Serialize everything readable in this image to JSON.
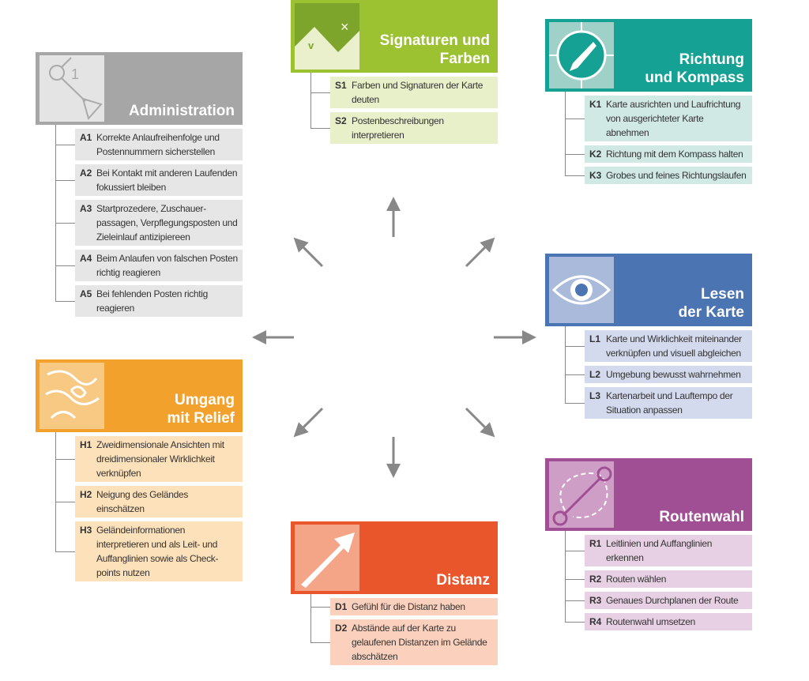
{
  "modules": [
    {
      "id": "m-admin",
      "icon": "control-course-icon",
      "title": "Administration",
      "header_color": "#a6a6a6",
      "icon_bg": "#e4e4e4",
      "item_color": "#e6e6e6",
      "items": [
        {
          "code": "A1",
          "text": "Korrekte Anlaufreihenfolge und Postennummern sicherstellen"
        },
        {
          "code": "A2",
          "text": "Bei Kontakt mit anderen Laufenden fokussiert bleiben"
        },
        {
          "code": "A3",
          "text": "Startprozedere, Zuschauer-passagen, Verpflegungsposten und Zieleinlauf antizipiereen"
        },
        {
          "code": "A4",
          "text": "Beim Anlaufen von falschen Posten richtig reagieren"
        },
        {
          "code": "A5",
          "text": "Bei fehlenden Posten richtig reagieren"
        }
      ]
    },
    {
      "id": "m-sig",
      "icon": "map-symbols-icon",
      "title": "Signaturen und\nFarben",
      "header_color": "#9cc131",
      "icon_bg": "#e9f0cb",
      "item_color": "#e8f0c9",
      "items": [
        {
          "code": "S1",
          "text": "Farben und Signaturen der Karte deuten"
        },
        {
          "code": "S2",
          "text": "Postenbeschreibungen interpretieren"
        }
      ]
    },
    {
      "id": "m-kompass",
      "icon": "compass-icon",
      "title": "Richtung\nund Kompass",
      "header_color": "#15a194",
      "icon_bg": "#9fd1c9",
      "item_color": "#d1e9e4",
      "items": [
        {
          "code": "K1",
          "text": "Karte ausrichten und Laufrichtung von ausgerichteter Karte abnehmen"
        },
        {
          "code": "K2",
          "text": "Richtung mit dem Kompass halten"
        },
        {
          "code": "K3",
          "text": "Grobes und feines Richtungslaufen"
        }
      ]
    },
    {
      "id": "m-lesen",
      "icon": "eye-icon",
      "title": "Lesen\nder Karte",
      "header_color": "#4b74b2",
      "icon_bg": "#a9badb",
      "item_color": "#d4daed",
      "items": [
        {
          "code": "L1",
          "text": "Karte und Wirklichkeit miteinander verknüpfen und visuell abgleichen"
        },
        {
          "code": "L2",
          "text": "Umgebung bewusst wahrnehmen"
        },
        {
          "code": "L3",
          "text": "Kartenarbeit und Lauftempo der Situation anpassen"
        }
      ]
    },
    {
      "id": "m-relief",
      "icon": "contour-lines-icon",
      "title": "Umgang\nmit Relief",
      "header_color": "#f2a12c",
      "icon_bg": "#f8c983",
      "item_color": "#fde1ba",
      "items": [
        {
          "code": "H1",
          "text": "Zweidimensionale Ansichten mit dreidimensionaler Wirklichkeit verknüpfen"
        },
        {
          "code": "H2",
          "text": "Neigung des Geländes einschätzen"
        },
        {
          "code": "H3",
          "text": "Geländeinformationen interpretieren und als Leit- und Auffanglinien sowie als Check-points nutzen"
        }
      ]
    },
    {
      "id": "m-distanz",
      "icon": "ruler-arrow-icon",
      "title": "Distanz",
      "header_color": "#e9562c",
      "icon_bg": "#f4a587",
      "item_color": "#fbd1bd",
      "items": [
        {
          "code": "D1",
          "text": "Gefühl für die Distanz haben"
        },
        {
          "code": "D2",
          "text": "Abstände auf der Karte zu gelaufenen Distanzen im Gelände abschätzen"
        }
      ]
    },
    {
      "id": "m-route",
      "icon": "route-icon",
      "title": "Routenwahl",
      "header_color": "#a14f94",
      "icon_bg": "#cf9ec6",
      "item_color": "#e8d0e4",
      "items": [
        {
          "code": "R1",
          "text": "Leitlinien und Auffanglinien erkennen"
        },
        {
          "code": "R2",
          "text": "Routen wählen"
        },
        {
          "code": "R3",
          "text": "Genaues Durchplanen der Route"
        },
        {
          "code": "R4",
          "text": "Routenwahl umsetzen"
        }
      ]
    }
  ]
}
